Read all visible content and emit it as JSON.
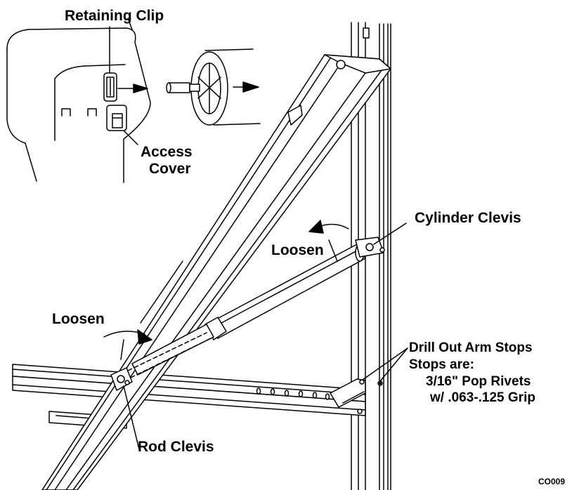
{
  "labels": {
    "retaining_clip": "Retaining Clip",
    "access_cover_line1": "Access",
    "access_cover_line2": "Cover",
    "cylinder_clevis": "Cylinder Clevis",
    "loosen_upper": "Loosen",
    "loosen_lower": "Loosen",
    "drill_out": "Drill Out Arm Stops",
    "stops_are": "Stops are:",
    "pop_rivets": "3/16\" Pop Rivets",
    "grip": "w/ .063-.125 Grip",
    "rod_clevis": "Rod Clevis",
    "code": "CO009"
  },
  "colors": {
    "line": "#000000",
    "fill": "#ffffff",
    "shade": "#e6e6e6"
  }
}
